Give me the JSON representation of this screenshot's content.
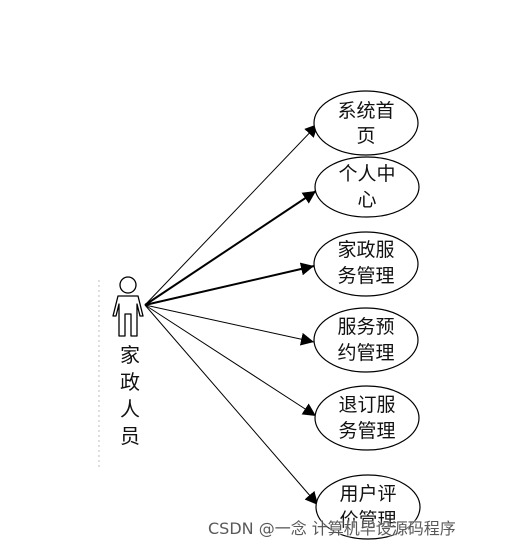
{
  "actor": {
    "label_chars": [
      "家",
      "政",
      "人",
      "员"
    ]
  },
  "use_cases": [
    {
      "lines": [
        "系统首",
        "页"
      ]
    },
    {
      "lines": [
        "个人中",
        "心"
      ]
    },
    {
      "lines": [
        "家政服",
        "务管理"
      ]
    },
    {
      "lines": [
        "服务预",
        "约管理"
      ]
    },
    {
      "lines": [
        "退订服",
        "务管理"
      ]
    },
    {
      "lines": [
        "用户评",
        "价管理"
      ]
    }
  ],
  "watermark": "CSDN @一念 计算机毕设源码程序",
  "colors": {
    "line": "#000000",
    "text": "#111111",
    "dashed_boundary": "#bdbdbd"
  }
}
